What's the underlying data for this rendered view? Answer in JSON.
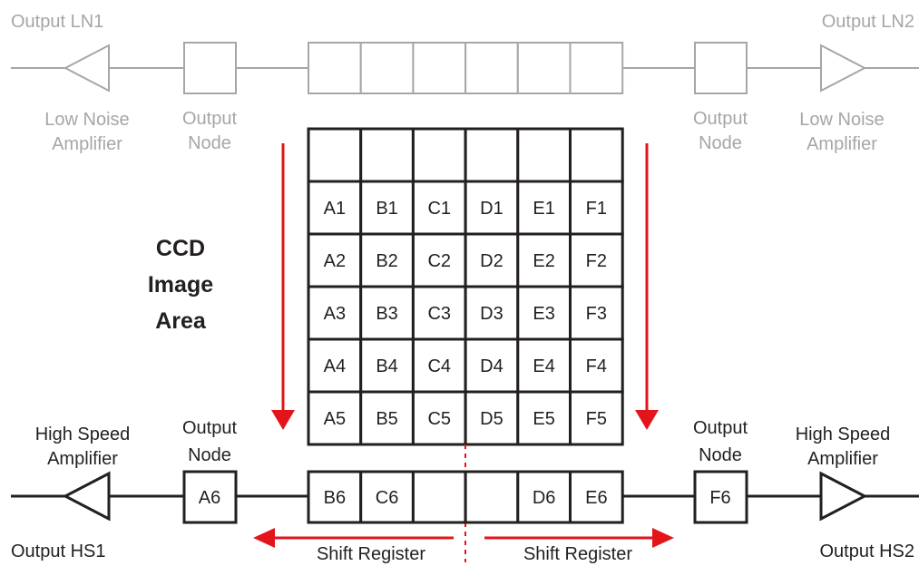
{
  "colors": {
    "ink": "#231f20",
    "gray": "#a6a6a6",
    "red": "#e4141b",
    "background": "#ffffff"
  },
  "top": {
    "output_left": "Output LN1",
    "output_right": "Output LN2",
    "amp_left": [
      "Low Noise",
      "Amplifier"
    ],
    "amp_right": [
      "Low Noise",
      "Amplifier"
    ],
    "node_left": [
      "Output",
      "Node"
    ],
    "node_right": [
      "Output",
      "Node"
    ]
  },
  "image_area": {
    "title": [
      "CCD",
      "Image",
      "Area"
    ],
    "rows": [
      [
        "",
        "",
        "",
        "",
        "",
        ""
      ],
      [
        "A1",
        "B1",
        "C1",
        "D1",
        "E1",
        "F1"
      ],
      [
        "A2",
        "B2",
        "C2",
        "D2",
        "E2",
        "F2"
      ],
      [
        "A3",
        "B3",
        "C3",
        "D3",
        "E3",
        "F3"
      ],
      [
        "A4",
        "B4",
        "C4",
        "D4",
        "E4",
        "F4"
      ],
      [
        "A5",
        "B5",
        "C5",
        "D5",
        "E5",
        "F5"
      ]
    ]
  },
  "bottom": {
    "amp_left": [
      "High Speed",
      "Amplifier"
    ],
    "amp_right": [
      "High Speed",
      "Amplifier"
    ],
    "node_left": [
      "Output",
      "Node"
    ],
    "node_right": [
      "Output",
      "Node"
    ],
    "node_left_cell": "A6",
    "node_right_cell": "F6",
    "register_cells": [
      "B6",
      "C6",
      "",
      "",
      "D6",
      "E6"
    ],
    "output_left": "Output HS1",
    "output_right": "Output HS2",
    "shift_left": "Shift Register",
    "shift_right": "Shift Register"
  }
}
